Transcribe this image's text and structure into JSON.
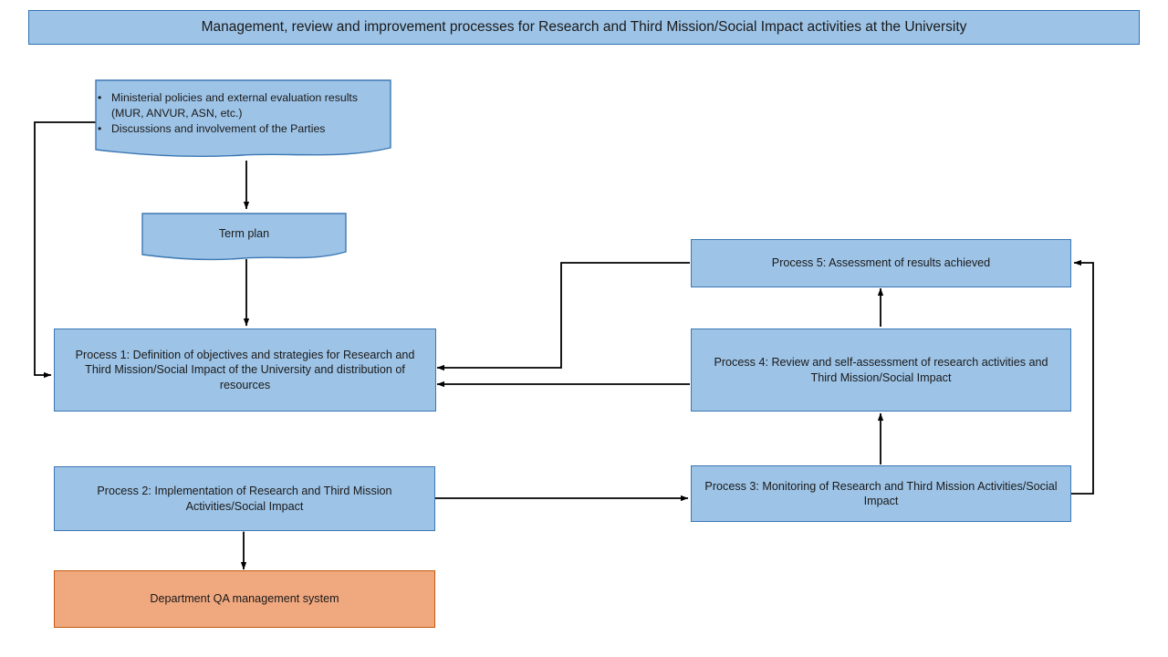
{
  "title": {
    "text": "Management, review and improvement processes for Research and Third Mission/Social Impact activities at the University"
  },
  "colors": {
    "node_fill_blue": "#9DC3E6",
    "node_border_blue": "#3C78B4",
    "node_fill_orange": "#F0A87F",
    "node_border_orange": "#C55A11",
    "banner_fill": "#9DC3E6",
    "banner_border": "#2E74B5",
    "connector": "#000000",
    "text": "#1a1a1a",
    "background": "#FFFFFF"
  },
  "nodes": {
    "inputs_document": {
      "shape": "document",
      "bullets": [
        "Ministerial policies and external evaluation results (MUR, ANVUR, ASN, etc.)",
        "Discussions and involvement of the Parties"
      ]
    },
    "term_plan": {
      "shape": "document",
      "label": "Term plan"
    },
    "process_1": {
      "shape": "rectangle",
      "label": "Process 1: Definition of objectives and strategies for Research and Third Mission/Social Impact of the University and distribution of resources"
    },
    "process_2": {
      "shape": "rectangle",
      "label": "Process 2: Implementation of Research and Third Mission Activities/Social Impact"
    },
    "process_3": {
      "shape": "rectangle",
      "label": "Process 3: Monitoring of Research and Third Mission Activities/Social Impact"
    },
    "process_4": {
      "shape": "rectangle",
      "label": "Process 4: Review and self-assessment of research activities and Third Mission/Social Impact"
    },
    "process_5": {
      "shape": "rectangle",
      "label": "Process 5: Assessment of results achieved"
    },
    "department_qa": {
      "shape": "rectangle",
      "label": "Department QA management system"
    }
  },
  "connectors": [
    {
      "id": "inputs-to-term-plan",
      "from": "inputs_document",
      "to": "term_plan",
      "arrowheads": "end"
    },
    {
      "id": "term-plan-to-p1",
      "from": "term_plan",
      "to": "process_1",
      "arrowheads": "end"
    },
    {
      "id": "inputs-loop-to-p1",
      "from": "inputs_document",
      "to": "process_1",
      "arrowheads": "end"
    },
    {
      "id": "p5-to-p1",
      "from": "process_5",
      "to": "process_1",
      "arrowheads": "end"
    },
    {
      "id": "p4-to-p1",
      "from": "process_4",
      "to": "process_1",
      "arrowheads": "end"
    },
    {
      "id": "p2-to-p3",
      "from": "process_2",
      "to": "process_3",
      "arrowheads": "end"
    },
    {
      "id": "p3-to-p4",
      "from": "process_3",
      "to": "process_4",
      "arrowheads": "end"
    },
    {
      "id": "p4-to-p5",
      "from": "process_4",
      "to": "process_5",
      "arrowheads": "end"
    },
    {
      "id": "p3-to-p5",
      "from": "process_3",
      "to": "process_5",
      "arrowheads": "end"
    },
    {
      "id": "p2-to-department-qa",
      "from": "process_2",
      "to": "department_qa",
      "arrowheads": "both"
    }
  ]
}
